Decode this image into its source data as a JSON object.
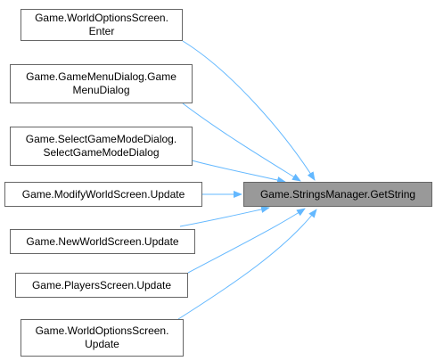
{
  "target": {
    "label": "Game.StringsManager.GetString"
  },
  "callers": [
    {
      "id": "world-options-enter",
      "lines": [
        "Game.WorldOptionsScreen.",
        "Enter"
      ]
    },
    {
      "id": "game-menu-dialog",
      "lines": [
        "Game.GameMenuDialog.Game",
        "MenuDialog"
      ]
    },
    {
      "id": "select-game-mode-dialog",
      "lines": [
        "Game.SelectGameModeDialog.",
        "SelectGameModeDialog"
      ]
    },
    {
      "id": "modify-world-update",
      "lines": [
        "Game.ModifyWorldScreen.Update"
      ]
    },
    {
      "id": "new-world-update",
      "lines": [
        "Game.NewWorldScreen.Update"
      ]
    },
    {
      "id": "players-update",
      "lines": [
        "Game.PlayersScreen.Update"
      ]
    },
    {
      "id": "world-options-update",
      "lines": [
        "Game.WorldOptionsScreen.",
        "Update"
      ]
    }
  ],
  "colors": {
    "edge": "#63b8ff",
    "node_border": "#666666",
    "target_fill": "#999999"
  }
}
